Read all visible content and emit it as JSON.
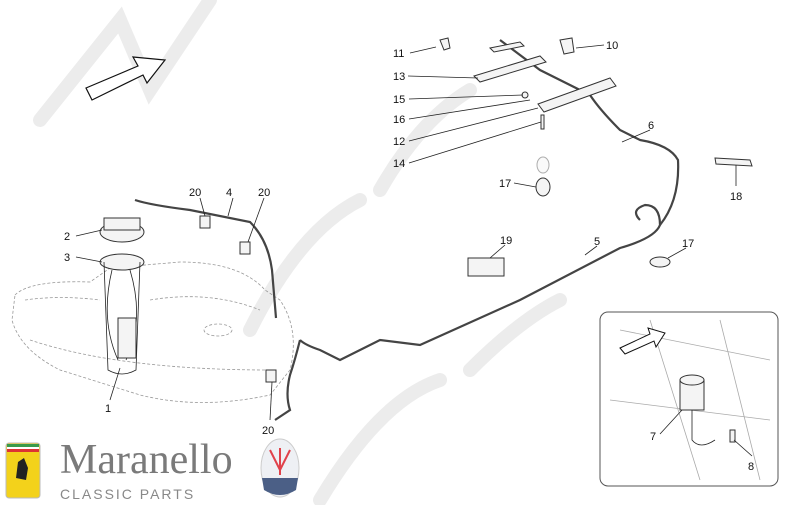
{
  "watermark": {
    "brand": "Maranello",
    "tagline": "CLASSIC PARTS"
  },
  "logo": {
    "brand": "Maranello",
    "tagline": "CLASSIC PARTS",
    "ferrari_badge": "Ferrari",
    "maserati_badge": "MASERATI"
  },
  "callouts": [
    {
      "id": "c11",
      "label": "11"
    },
    {
      "id": "c10",
      "label": "10"
    },
    {
      "id": "c13",
      "label": "13"
    },
    {
      "id": "c15",
      "label": "15"
    },
    {
      "id": "c16",
      "label": "16"
    },
    {
      "id": "c12",
      "label": "12"
    },
    {
      "id": "c14",
      "label": "14"
    },
    {
      "id": "c6",
      "label": "6"
    },
    {
      "id": "c17a",
      "label": "17"
    },
    {
      "id": "c18",
      "label": "18"
    },
    {
      "id": "c19",
      "label": "19"
    },
    {
      "id": "c5",
      "label": "5"
    },
    {
      "id": "c17b",
      "label": "17"
    },
    {
      "id": "c20a",
      "label": "20"
    },
    {
      "id": "c4",
      "label": "4"
    },
    {
      "id": "c20b",
      "label": "20"
    },
    {
      "id": "c2",
      "label": "2"
    },
    {
      "id": "c3",
      "label": "3"
    },
    {
      "id": "c1",
      "label": "1"
    },
    {
      "id": "c20c",
      "label": "20"
    },
    {
      "id": "c7",
      "label": "7"
    },
    {
      "id": "c8",
      "label": "8"
    }
  ],
  "colors": {
    "line": "#222222",
    "watermark": "#e6e6e6",
    "ferrari_yellow": "#f3d21b",
    "maserati_red": "#e0414a"
  }
}
